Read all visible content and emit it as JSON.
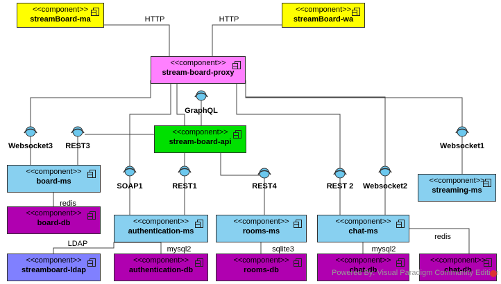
{
  "colors": {
    "yellow": "#ffff00",
    "pink": "#ff80ff",
    "green": "#00e000",
    "blue": "#88d0f0",
    "purple": "#b000b0",
    "periwinkle": "#8080ff",
    "line": "#444444"
  },
  "stereotype": "<<component>>",
  "components": [
    {
      "id": "ma",
      "name": "streamBoard-ma",
      "color": "yellow"
    },
    {
      "id": "wa",
      "name": "streamBoard-wa",
      "color": "yellow"
    },
    {
      "id": "proxy",
      "name": "stream-board-proxy",
      "color": "pink"
    },
    {
      "id": "api",
      "name": "stream-board-api",
      "color": "green"
    },
    {
      "id": "board",
      "name": "board-ms",
      "color": "blue"
    },
    {
      "id": "streaming",
      "name": "streaming-ms",
      "color": "blue"
    },
    {
      "id": "boarddb",
      "name": "board-db",
      "color": "purple"
    },
    {
      "id": "auth",
      "name": "authentication-ms",
      "color": "blue"
    },
    {
      "id": "rooms",
      "name": "rooms-ms",
      "color": "blue"
    },
    {
      "id": "chat",
      "name": "chat-ms",
      "color": "blue"
    },
    {
      "id": "ldap",
      "name": "streamboard-ldap",
      "color": "periwinkle"
    },
    {
      "id": "authdb",
      "name": "authentication-db",
      "color": "purple"
    },
    {
      "id": "roomsdb",
      "name": "rooms-db",
      "color": "purple"
    },
    {
      "id": "chatdb",
      "name": "chat-db",
      "color": "purple"
    },
    {
      "id": "chatdb2",
      "name": "chat-db",
      "color": "purple"
    }
  ],
  "interfaces": [
    {
      "id": "graphql",
      "name": "GraphQL"
    },
    {
      "id": "ws3",
      "name": "Websocket3"
    },
    {
      "id": "rest3",
      "name": "REST3"
    },
    {
      "id": "soap1",
      "name": "SOAP1"
    },
    {
      "id": "rest1",
      "name": "REST1"
    },
    {
      "id": "rest4",
      "name": "REST4"
    },
    {
      "id": "rest2",
      "name": "REST 2"
    },
    {
      "id": "ws2",
      "name": "Websocket2"
    },
    {
      "id": "ws1",
      "name": "Websocket1"
    }
  ],
  "connector_labels": [
    {
      "id": "http1",
      "text": "HTTP"
    },
    {
      "id": "http2",
      "text": "HTTP"
    },
    {
      "id": "redis1",
      "text": "redis"
    },
    {
      "id": "ldap",
      "text": "LDAP"
    },
    {
      "id": "mysql1",
      "text": "mysql2"
    },
    {
      "id": "sqlite",
      "text": "sqlite3"
    },
    {
      "id": "mysql2",
      "text": "mysql2"
    },
    {
      "id": "redis2",
      "text": "redis"
    }
  ],
  "watermark": "Powered By: Visual Paradigm Community Edition"
}
